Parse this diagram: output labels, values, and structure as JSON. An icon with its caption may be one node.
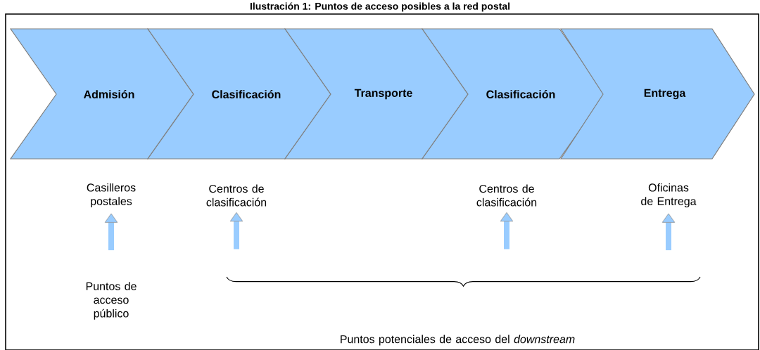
{
  "diagram": {
    "title": "Ilustración 1: Puntos de acceso posibles a la red postal",
    "nodes": [
      {
        "text": [
          "Admisión"
        ]
      },
      {
        "text": [
          "Clasificación"
        ]
      },
      {
        "text": [
          "Transporte"
        ]
      },
      {
        "text": [
          "Clasificación"
        ]
      },
      {
        "text": [
          "Entrega"
        ]
      },
      {
        "text": [
          "Casilleros postales"
        ]
      },
      {
        "text": [
          "Centros de clasificación"
        ]
      },
      {
        "text": [
          "Centros de clasificación"
        ]
      },
      {
        "text": [
          "Oficinas de Entrega"
        ]
      }
    ],
    "edges": [
      {
        "from": null,
        "to": 5,
        "arrow": "to"
      },
      {
        "from": null,
        "to": 6,
        "arrow": "to"
      },
      {
        "from": null,
        "to": 7,
        "arrow": "to"
      },
      {
        "from": null,
        "to": 8,
        "arrow": "to"
      }
    ],
    "labels": [
      "Puntos de acceso público",
      "Puntos potenciales de acceso del *downstream*"
    ]
  }
}
